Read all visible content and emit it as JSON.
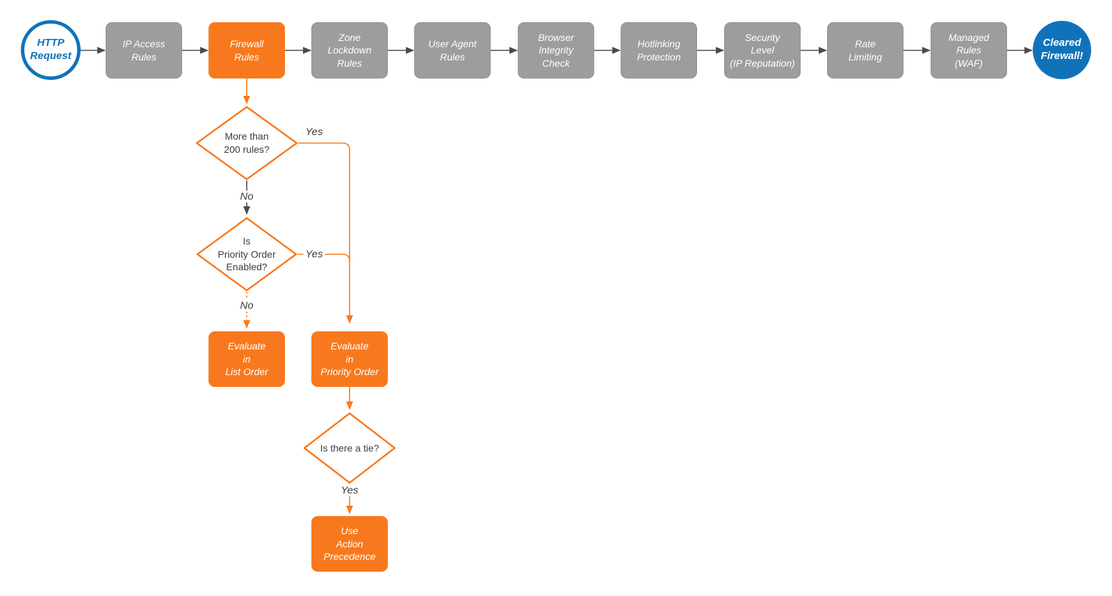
{
  "diagram": {
    "pipeline": [
      {
        "label": "HTTP\nRequest"
      },
      {
        "label": "IP Access\nRules"
      },
      {
        "label": "Firewall\nRules"
      },
      {
        "label": "Zone\nLockdown\nRules"
      },
      {
        "label": "User Agent\nRules"
      },
      {
        "label": "Browser\nIntegrity\nCheck"
      },
      {
        "label": "Hotlinking\nProtection"
      },
      {
        "label": "Security\nLevel\n(IP Reputation)"
      },
      {
        "label": "Rate\nLimiting"
      },
      {
        "label": "Managed\nRules\n(WAF)"
      },
      {
        "label": "Cleared\nFirewall!"
      }
    ],
    "decisions": {
      "more_than_200": "More than\n200 rules?",
      "priority_enabled": "Is\nPriority Order\nEnabled?",
      "tie": "Is there a tie?"
    },
    "actions": {
      "list_order": "Evaluate\nin\nList Order",
      "priority_order": "Evaluate\nin\nPriority Order",
      "action_precedence": "Use\nAction\nPrecedence"
    },
    "edge_labels": {
      "yes1": "Yes",
      "no1": "No",
      "yes2": "Yes",
      "no2": "No",
      "yes3": "Yes"
    },
    "colors": {
      "orange": "#F8791D",
      "gray_node": "#9D9DA0",
      "blue": "#1073BA",
      "connector_gray": "#4a4a4a",
      "diamond_text": "#3b3b3b"
    }
  }
}
